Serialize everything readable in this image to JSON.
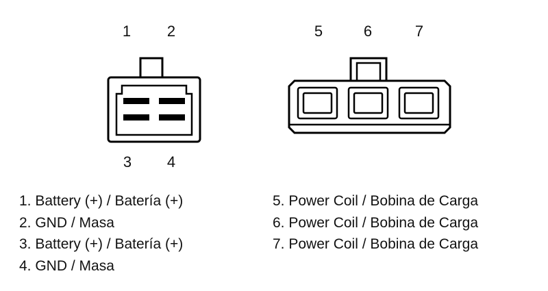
{
  "diagram": {
    "left_connector": {
      "name": "4-pin connector",
      "pins_top": [
        "1",
        "2"
      ],
      "pins_bottom": [
        "3",
        "4"
      ]
    },
    "right_connector": {
      "name": "3-pin connector",
      "pins_top": [
        "5",
        "6",
        "7"
      ]
    }
  },
  "legend": {
    "left": [
      "1. Battery (+) / Batería (+)",
      "2. GND / Masa",
      "3. Battery (+) / Batería (+)",
      "4. GND / Masa"
    ],
    "right": [
      "5. Power Coil / Bobina de Carga",
      "6. Power Coil / Bobina de Carga",
      "7. Power Coil / Bobina de Carga"
    ]
  },
  "colors": {
    "line": "#000000",
    "background": "#ffffff",
    "text": "#111111"
  }
}
